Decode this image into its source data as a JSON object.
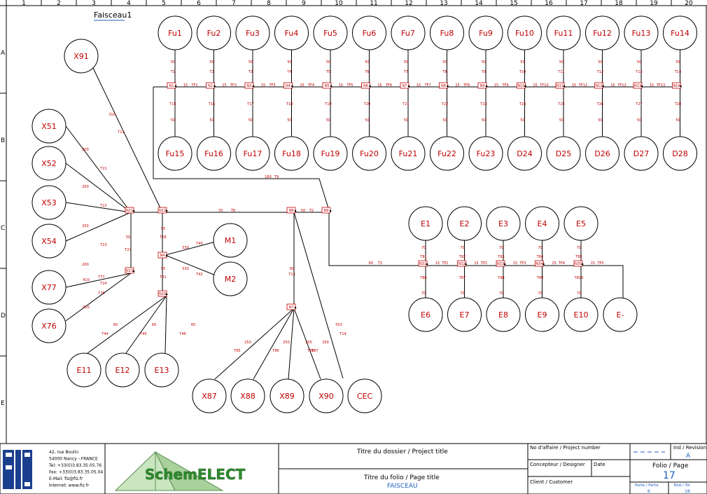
{
  "sheet": {
    "title": "Faisceau1",
    "columns": [
      "1",
      "2",
      "3",
      "4",
      "5",
      "6",
      "7",
      "8",
      "9",
      "10",
      "11",
      "12",
      "13",
      "14",
      "15",
      "16",
      "17",
      "18",
      "19",
      "20"
    ],
    "rows": [
      "A",
      "B",
      "C",
      "D",
      "E"
    ]
  },
  "colors": {
    "wire": "#000000",
    "label": "#c00000",
    "title_blue": "#1f5fbf",
    "logo_green": "#2e8b2e"
  },
  "connectors_top": [
    "Fu1",
    "Fu2",
    "Fu3",
    "Fu4",
    "Fu5",
    "Fu6",
    "Fu7",
    "Fu8",
    "Fu9",
    "Fu10",
    "Fu11",
    "Fu12",
    "Fu13",
    "Fu14"
  ],
  "connectors_bottom": [
    "Fu15",
    "Fu16",
    "Fu17",
    "Fu18",
    "Fu19",
    "Fu20",
    "Fu21",
    "Fu22",
    "Fu23",
    "D24",
    "D25",
    "D26",
    "D27",
    "D28"
  ],
  "fuse_node_labels": [
    "N1",
    "N2",
    "N3",
    "N4",
    "N5",
    "N6",
    "N7",
    "N8",
    "N9",
    "N10",
    "N11",
    "N12",
    "N13",
    "N14"
  ],
  "fuse_top_wire_labels": [
    "T1",
    "T2",
    "T3",
    "T4",
    "T5",
    "T6",
    "T7",
    "T8",
    "T9",
    "T10",
    "T11",
    "T12",
    "T13",
    "T14"
  ],
  "fuse_bottom_wire_labels": [
    "T15",
    "T16",
    "T17",
    "T18",
    "T19",
    "T20",
    "T21",
    "T22",
    "T23",
    "T24",
    "T25",
    "T26",
    "T27",
    "T28"
  ],
  "fuse_bus_labels": [
    "TF1",
    "TF2",
    "TF3",
    "TF4",
    "TF5",
    "TF6",
    "TF7",
    "TF8",
    "TF9",
    "TF10",
    "TF11",
    "TF12",
    "TF13"
  ],
  "fuse_len_vertical": "50",
  "fuse_len_bus": "15",
  "left_connectors": [
    "X91",
    "X51",
    "X52",
    "X53",
    "X54",
    "X77",
    "X76"
  ],
  "motors": [
    "M1",
    "M2"
  ],
  "e_top": [
    "E1",
    "E2",
    "E3",
    "E4",
    "E5"
  ],
  "e_bottom": [
    "E6",
    "E7",
    "E8",
    "E9",
    "E10",
    "E-"
  ],
  "e_left": [
    "E11",
    "E12",
    "E13"
  ],
  "x_bottom": [
    "X87",
    "X88",
    "X89",
    "X90",
    "CEC"
  ],
  "trunk_labels": {
    "n_left": "N21",
    "n_main": "N22",
    "n_mid": "N8",
    "n_right": "N9",
    "main_len": "70",
    "main_wire": "T8",
    "right_len": "50",
    "right_wire": "T2",
    "return_len": "180",
    "return_wire": "T9",
    "e_trunk_len": "60",
    "e_trunk_wire": "T3",
    "x91_len": "310",
    "x91_wire": "T11",
    "cec_len": "553",
    "cec_wire": "T14",
    "x_node": "N7",
    "x_drop_len": "60",
    "x_drop_wire": "T13"
  },
  "title_block": {
    "address": [
      "42, rue Boulin",
      "54000 Nancy - FRANCE",
      "Tel: +33(0)3.83.35.05.76",
      "Fax: +33(0)3.83.35.05.04",
      "E-Mail: fiz@fiz.fr",
      "Internet: www.fiz.fr"
    ],
    "logo_text": "SchemELECT",
    "project_title_label": "Titre du dossier / Project title",
    "page_title_label": "Titre du folio / Page title",
    "page_title_value": "FAISCEAU",
    "project_number_label": "No d'affaire / Project number",
    "designer_label": "Concepteur / Designer",
    "date_label": "Date",
    "customer_label": "Client / Customer",
    "index_label": "Ind / Revision",
    "index_value": "A",
    "folio_label": "Folio / Page",
    "folio_value": "17",
    "part_label": "Partie / Partie",
    "part_value": "6",
    "total_label": "Total / Tot",
    "total_value": "18"
  }
}
